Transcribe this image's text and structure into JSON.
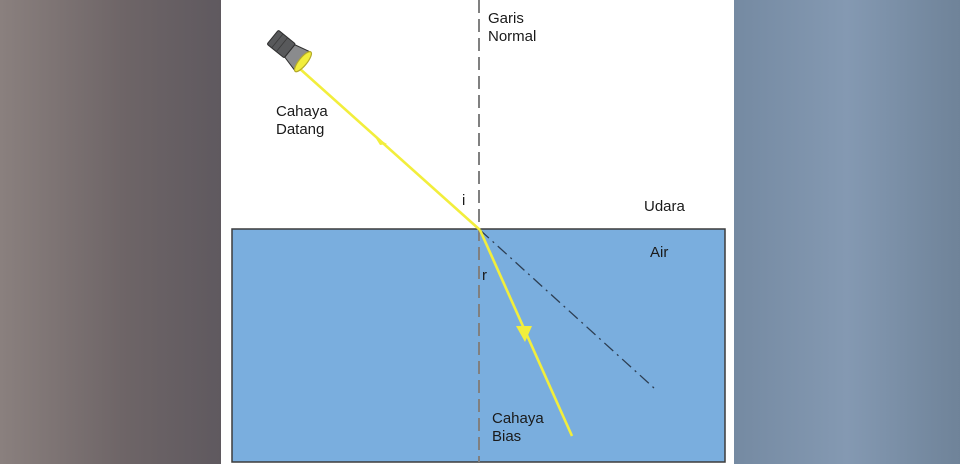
{
  "labels": {
    "normal_line_1": "Garis",
    "normal_line_2": "Normal",
    "incident_ray_1": "Cahaya",
    "incident_ray_2": "Datang",
    "refracted_ray_1": "Cahaya",
    "refracted_ray_2": "Bias",
    "angle_incidence": "i",
    "angle_refraction": "r",
    "medium_top": "Udara",
    "medium_bottom": "Air"
  },
  "colors": {
    "ray": "#f2ee3c",
    "water": "#7aaede",
    "water_border": "#3c3c3c",
    "normal_line": "#808080",
    "extension_line": "#2d3e52"
  },
  "icons": {
    "light_source": "flashlight-icon"
  }
}
